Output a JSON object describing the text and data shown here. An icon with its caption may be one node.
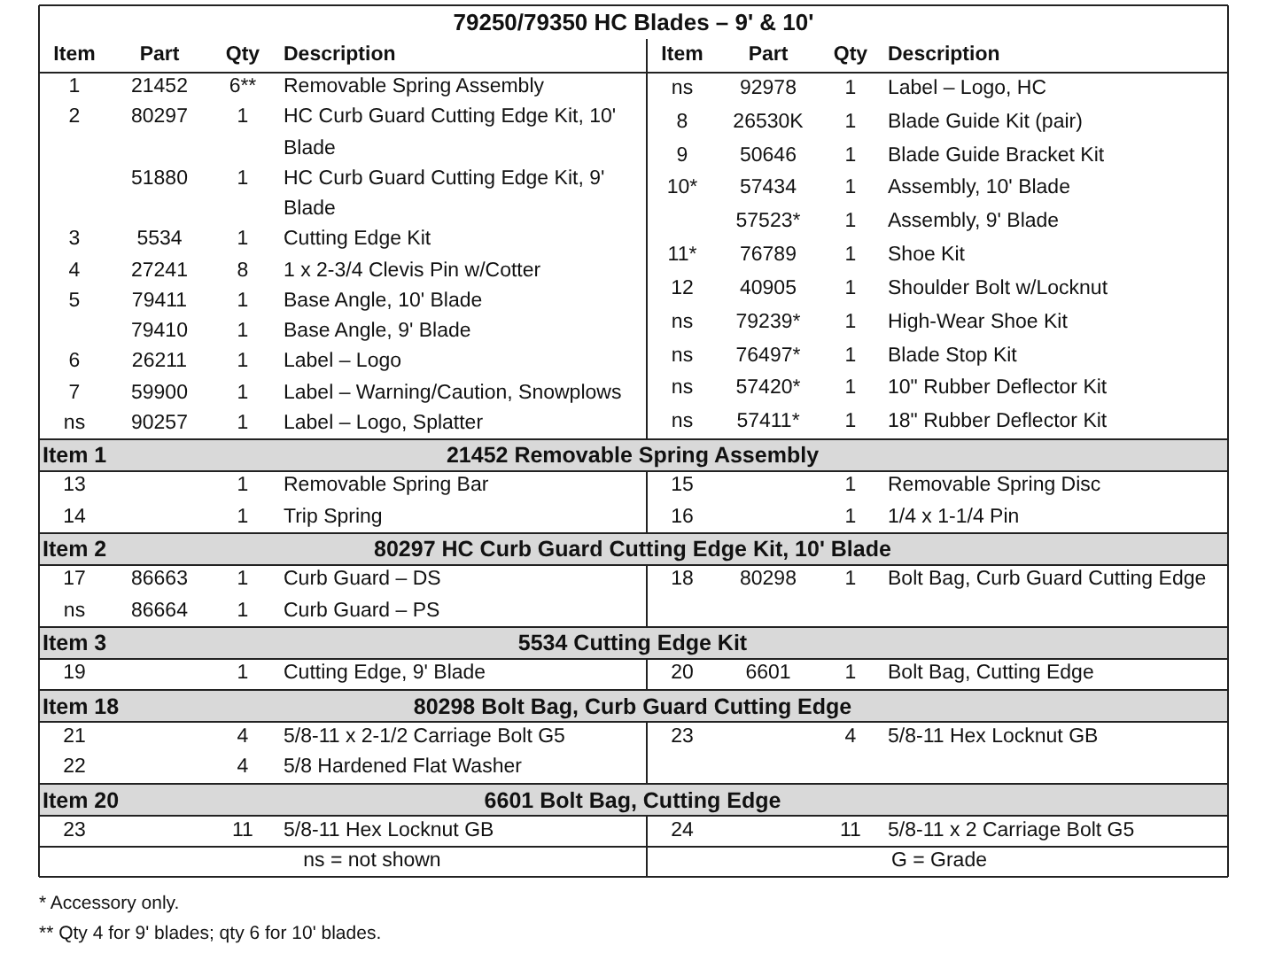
{
  "diagram": {
    "title": "79250/79350  HC Blades – 9' & 10'",
    "labels": [
      "Item",
      "Part",
      "Qty",
      "Description",
      "Item",
      "Part",
      "Qty",
      "Description",
      "1",
      "21452",
      "6**",
      "Removable Spring Assembly",
      "ns",
      "92978",
      "1",
      "Label – Logo, HC",
      "2",
      "80297",
      "1",
      "HC Curb Guard Cutting Edge Kit, 10' Blade",
      "8",
      "26530K",
      "1",
      "Blade Guide Kit (pair)",
      "51880",
      "1",
      "HC Curb Guard Cutting Edge Kit, 9' Blade",
      "9",
      "50646",
      "1",
      "Blade Guide Bracket Kit",
      "3",
      "5534",
      "1",
      "Cutting Edge Kit",
      "10*",
      "57434",
      "1",
      "Assembly, 10' Blade",
      "4",
      "27241",
      "8",
      "1 x 2-3/4 Clevis Pin w/Cotter",
      "57523*",
      "1",
      "Assembly, 9' Blade",
      "5",
      "79411",
      "1",
      "Base Angle, 10' Blade",
      "11*",
      "76789",
      "1",
      "Shoe Kit",
      "79410",
      "1",
      "Base Angle, 9' Blade",
      "12",
      "40905",
      "1",
      "Shoulder Bolt w/Locknut",
      "6",
      "26211",
      "1",
      "Label – Logo",
      "ns",
      "79239*",
      "1",
      "High-Wear Shoe Kit",
      "7",
      "59900",
      "1",
      "Label – Warning/Caution, Snowplows",
      "ns",
      "76497*",
      "1",
      "Blade Stop Kit",
      "ns",
      "90257",
      "1",
      "Label – Logo, Splatter",
      "ns",
      "57420*",
      "1",
      "10\" Rubber Deflector Kit",
      "ns",
      "57411*",
      "1",
      "18\" Rubber Deflector Kit",
      "Item 1",
      "21452  Removable Spring Assembly",
      "13",
      "1",
      "Removable Spring Bar",
      "15",
      "1",
      "Removable Spring Disc",
      "14",
      "1",
      "Trip Spring",
      "16",
      "1",
      "1/4 x 1-1/4 Pin",
      "Item 2",
      "80297  HC Curb Guard Cutting Edge Kit, 10' Blade",
      "17",
      "86663",
      "1",
      "Curb Guard – DS",
      "18",
      "80298",
      "1",
      "Bolt Bag, Curb Guard Cutting Edge",
      "ns",
      "86664",
      "1",
      "Curb Guard – PS",
      "Item 3",
      "5534  Cutting Edge Kit",
      "19",
      "1",
      "Cutting Edge, 9' Blade",
      "20",
      "6601",
      "1",
      "Bolt Bag, Cutting Edge",
      "Item 18",
      "80298  Bolt Bag, Curb Guard Cutting Edge",
      "21",
      "4",
      "5/8-11 x 2-1/2 Carriage Bolt G5",
      "23",
      "4",
      "5/8-11 Hex Locknut GB",
      "22",
      "4",
      "5/8 Hardened Flat Washer",
      "Item 20",
      "6601  Bolt Bag, Cutting Edge",
      "23",
      "11",
      "5/8-11 Hex Locknut GB",
      "24",
      "11",
      "5/8-11 x 2 Carriage Bolt G5",
      "ns = not shown",
      "G = Grade",
      "*  Accessory only.",
      "** Qty 4 for 9' blades; qty 6 for 10' blades."
    ]
  }
}
